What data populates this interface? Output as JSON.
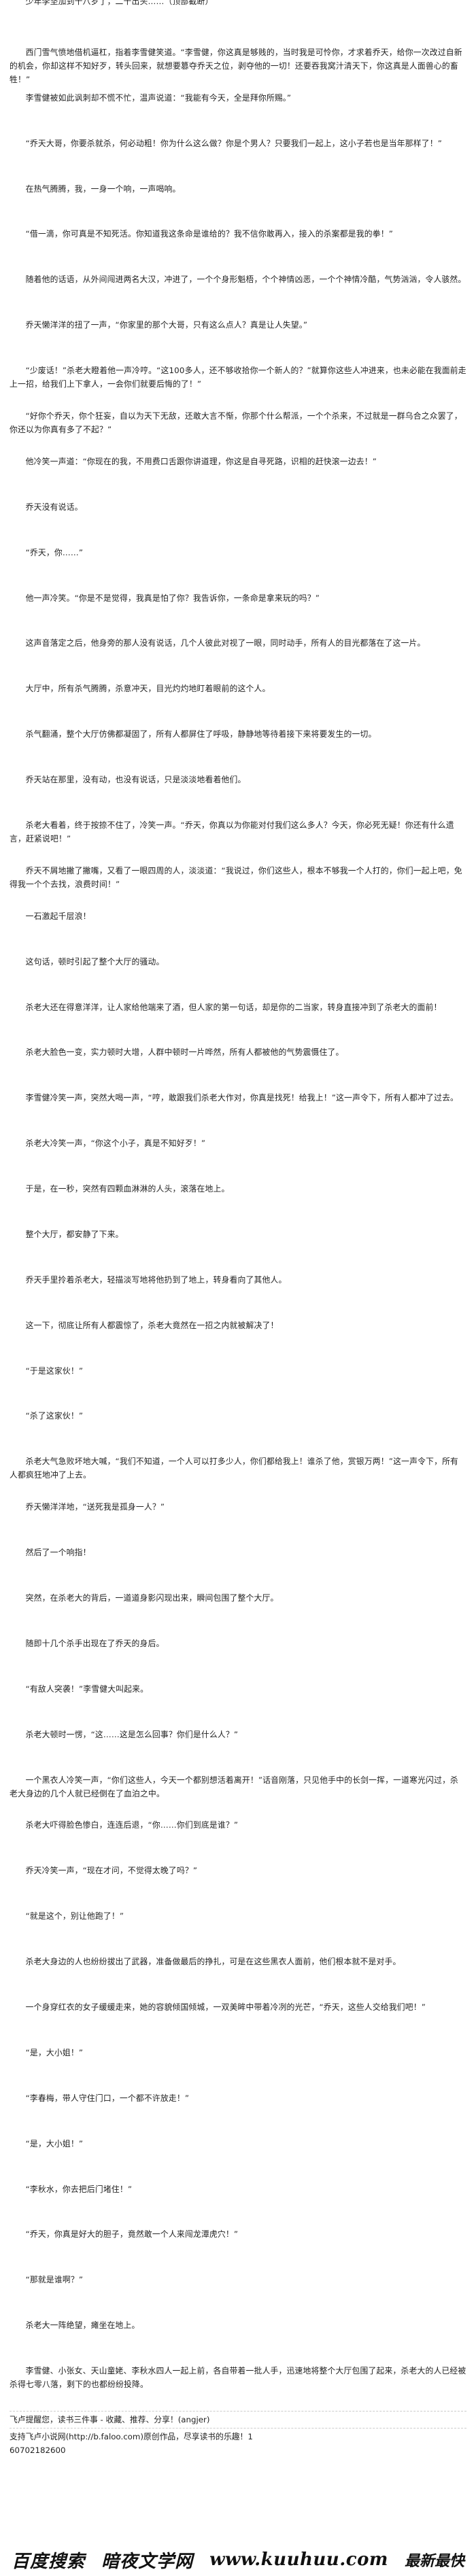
{
  "paragraphs": [
    "少年李坚加到十八岁了，二十出头……（顶部截断）",
    "西门雪气愤地借机逼杠，指着李雪健笑道。“李雪健，你这真是够贱的，当时我是可怜你，才求着乔天，给你一次改过自新的机会，你却这样不知好歹，转头回来，就想要篡夺乔天之位，剥夺他的一切！还要吞我窝汁清天下，你这真是人面兽心的畜牲！”",
    "李雪健被如此讽刺却不慌不忙，温声说道：“我能有今天，全是拜你所赐。”",
    "“乔天大哥，你要杀就杀，何必动粗！你为什么这么做？你是个男人？只要我们一起上，这小子若也是当年那样了！”",
    "在热气腾腾，我，一身一个响，一声喝响。",
    "“借一滴，你可真是不知死活。你知道我这条命是谁给的？我不信你敢再入，接入的杀案都是我的拳！”",
    "随着他的话语，从外间闯进两名大汉，冲进了，一个个身形魁梧，个个神情凶恶，一个个神情冷酷，气势汹汹，令人骇然。",
    "乔天懒洋洋的扭了一声，“你家里的那个大哥，只有这么点人？真是让人失望。”",
    "“少废话！”杀老大瞪着他一声冷哼。“这100多人，还不够收拾你一个新人的？”就算你这些人冲进来，也未必能在我面前走上一招，给我们上下拿人，一会你们就要后悔的了！”",
    "“好你个乔天，你个狂妄，自以为天下无敌，还敢大言不惭，你那个什么帮派，一个个杀来，不过就是一群乌合之众罢了，你还以为你真有多了不起？”",
    "他冷笑一声道：“你现在的我，不用费口舌跟你讲道理，你这是自寻死路，识相的赶快滚一边去！”",
    "乔天没有说话。",
    "“乔天，你……”",
    "他一声冷笑。“你是不是觉得，我真是怕了你？我告诉你，一条命是拿来玩的吗？”",
    "这声音落定之后，他身旁的那人没有说话，几个人彼此对视了一眼，同时动手，所有人的目光都落在了这一片。",
    "大厅中，所有杀气腾腾，杀意冲天，目光灼灼地盯着眼前的这个人。",
    "杀气翻涌，整个大厅仿佛都凝固了，所有人都屏住了呼吸，静静地等待着接下来将要发生的一切。",
    "乔天站在那里，没有动，也没有说话，只是淡淡地看着他们。",
    "杀老大看着，终于按捺不住了，冷笑一声。“乔天，你真以为你能对付我们这么多人？今天，你必死无疑！你还有什么遗言，赶紧说吧！”",
    "乔天不屑地撇了撇嘴，又看了一眼四周的人，淡淡道：“我说过，你们这些人，根本不够我一个人打的，你们一起上吧，免得我一个个去找，浪费时间！”",
    "一石激起千层浪！",
    "这句话，顿时引起了整个大厅的骚动。",
    "杀老大还在得意洋洋，让人家给他端来了酒，但人家的第一句话，却是你的二当家，转身直接冲到了杀老大的面前！",
    "杀老大脸色一变，实力顿时大增，人群中顿时一片哗然，所有人都被他的气势震慑住了。",
    "李雪健冷笑一声，突然大喝一声，“哼，敢跟我们杀老大作对，你真是找死！给我上！”这一声令下，所有人都冲了过去。",
    "杀老大冷笑一声，“你这个小子，真是不知好歹！”",
    "于是，在一秒，突然有四颗血淋淋的人头，滚落在地上。",
    "整个大厅，都安静了下来。",
    "乔天手里拎着杀老大，轻描淡写地将他扔到了地上，转身看向了其他人。",
    "这一下，彻底让所有人都震惊了，杀老大竟然在一招之内就被解决了！",
    "“于是这家伙！”",
    "“杀了这家伙！”",
    "杀老大气急败坏地大喊，“我们不知道，一个人可以打多少人，你们都给我上！谁杀了他，赏银万两！”这一声令下，所有人都疯狂地冲了上去。",
    "乔天懒洋洋地，“送死我是孤身一人？”",
    "然后了一个响指！",
    "突然，在杀老大的背后，一道道身影闪现出来，瞬间包围了整个大厅。",
    "随即十几个杀手出现在了乔天的身后。",
    "“有敌人突袭！”李雪健大叫起来。",
    "杀老大顿时一愣，“这……这是怎么回事？你们是什么人？”",
    "一个黑衣人冷笑一声，“你们这些人，今天一个都别想活着离开！”话音刚落，只见他手中的长剑一挥，一道寒光闪过，杀老大身边的几个人就已经倒在了血泊之中。",
    "杀老大吓得脸色惨白，连连后退，“你……你们到底是谁？”",
    "乔天冷笑一声，“现在才问，不觉得太晚了吗？”",
    "“就是这个，别让他跑了！”",
    "杀老大身边的人也纷纷拔出了武器，准备做最后的挣扎，可是在这些黑衣人面前，他们根本就不是对手。",
    "一个身穿红衣的女子缓缓走来，她的容貌倾国倾城，一双美眸中带着冷冽的光芒，“乔天，这些人交给我们吧！”",
    "“是，大小姐！”",
    "“李春梅，带人守住门口，一个都不许放走！”",
    "“是，大小姐！”",
    "“李秋水，你去把后门堵住！”",
    "“乔天，你真是好大的胆子，竟然敢一个人来闯龙潭虎穴！”",
    "“那就是谁啊？”",
    "杀老大一阵绝望，瘫坐在地上。",
    "李雪健、小张女、天山童姥、李秋水四人一起上前，各自带着一批人手，迅速地将整个大厅包围了起来，杀老大的人已经被杀得七零八落，剩下的也都纷纷投降。"
  ],
  "footer": {
    "line1": "飞卢提醒您，读书三件事 - 收藏、推荐、分享！(angjer)",
    "line2": "支持飞卢小说网(http://b.faloo.com)原创作品，尽享读书的乐趣！1",
    "line3": "60702182600"
  },
  "watermark": {
    "left": "百度搜索",
    "mid_cn": "暗夜文学网",
    "url": "www.kuuhuu.com",
    "right": "最新最快"
  }
}
